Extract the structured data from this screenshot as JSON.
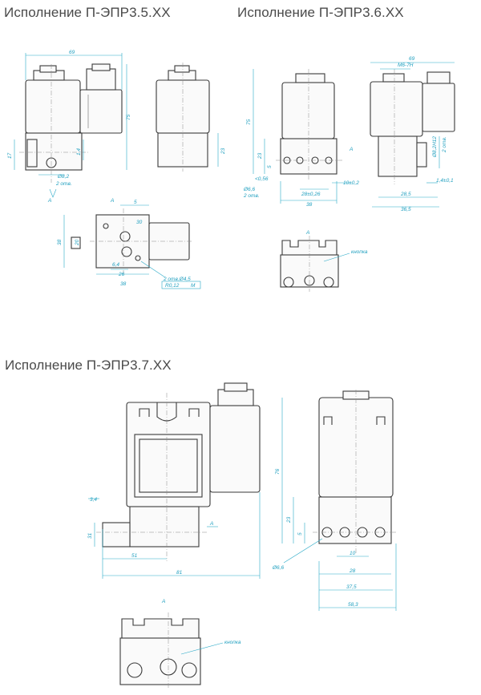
{
  "headings": {
    "variant_35": "Исполнение П-ЭПР3.5.XX",
    "variant_36": "Исполнение П-ЭПР3.6.XX",
    "variant_37": "Исполнение П-ЭПР3.7.XX"
  },
  "dims_35": {
    "width": "69",
    "height": "75",
    "side": "17",
    "small": "1,4",
    "hole": "Ø8,2",
    "hole_count": "2 отв.",
    "view": "А",
    "right_h": "23",
    "top_5": "5",
    "top_30": "30",
    "top_38": "38",
    "top_20": "20",
    "top_64": "6,4",
    "top_26": "26",
    "top_38b": "38",
    "holes": "2 отв.Ø4,5",
    "tol": "R0,12",
    "tol_mark": "М"
  },
  "dims_36": {
    "width": "69",
    "thread": "М6-7Н",
    "height": "75",
    "h23": "23",
    "h5": "5",
    "spacing": "28±0,26",
    "pitch": "10±0,2",
    "total": "38",
    "hole": "Ø6,6",
    "hole_count": "2 отв.",
    "tol": "<0,56",
    "view": "А",
    "side_holes": "Ø8,2Н12",
    "side_count": "2 отв.",
    "r285": "28,5",
    "r365": "36,5",
    "r14": "1,4±0,1",
    "button": "кнопка",
    "bottom_view": "А"
  },
  "dims_37": {
    "s34": "3,4",
    "s31": "31",
    "s51": "51",
    "s81": "81",
    "view": "А",
    "h76": "76",
    "h23": "23",
    "h5": "5",
    "hole": "Ø6,6",
    "w10": "10",
    "w28": "28",
    "w375": "37,5",
    "w583": "58,3",
    "button": "кнопка",
    "bottom_view": "А"
  }
}
